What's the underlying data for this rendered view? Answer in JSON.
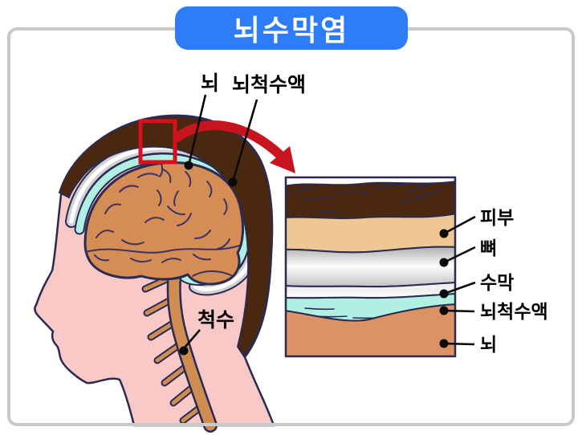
{
  "title": "뇌수막염",
  "head_diagram": {
    "labels": {
      "brain": "뇌",
      "csf": "뇌척수액",
      "spinal_cord": "척수"
    }
  },
  "inset_diagram": {
    "labels": {
      "skin": "피부",
      "bone": "뼈",
      "meninges": "수막",
      "csf": "뇌척수액",
      "brain": "뇌"
    }
  },
  "colors": {
    "banner_blue": "#2e7cf7",
    "frame_gray": "#c9c9c9",
    "skin_pink": "#f8c9c6",
    "hair_brown": "#4a2810",
    "bone_gray": "#d2d2d2",
    "csf_cyan": "#aff0e2",
    "brain_tan": "#d68c55",
    "cord_tan": "#cf8d52",
    "inset_skin_tan": "#eec795",
    "inset_brain_tan": "#dd9265",
    "highlight_red": "#d8101c",
    "arrow_red": "#c8141f",
    "outline_navy": "#2a2a52"
  }
}
